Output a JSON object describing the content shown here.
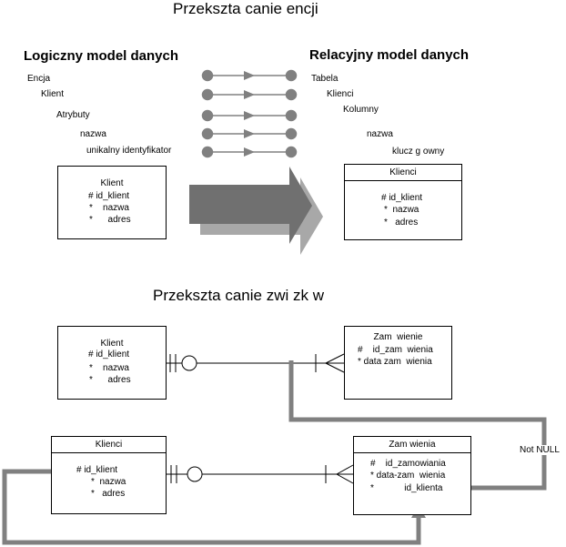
{
  "titles": {
    "entities": "Przeksztа canie encji",
    "relations": "Przeksztа canie zwi  zk  w"
  },
  "left_heading": "Logiczny model danych",
  "right_heading": "Relacyjny model danych",
  "left_items": [
    "Encja",
    "Klient",
    "Atrybuty",
    "nazwa",
    "unikalny identyfikator"
  ],
  "right_items": [
    "Tabela",
    "Klienci",
    "Kolumny",
    "nazwa",
    "klucz g owny"
  ],
  "box_klient_top": {
    "title": "Klient",
    "lines": [
      "# id_klient",
      "*    nazwa",
      "*      adres"
    ]
  },
  "box_klienci_top": {
    "title": "Klienci",
    "lines": [
      "# id_klient",
      "*  nazwa",
      "*   adres"
    ]
  },
  "box_klient_mid": {
    "title": "Klient",
    "lines": [
      "# id_klient",
      "*    nazwa",
      "*      adres"
    ]
  },
  "box_zam_mid": {
    "title": "Zam  wienie",
    "lines": [
      "#    id_zam  wienia",
      "* data zam  wienia"
    ]
  },
  "box_klienci_bot": {
    "title": "Klienci",
    "lines": [
      "# id_klient",
      "*  nazwa",
      "*   adres"
    ]
  },
  "box_zam_bot": {
    "title": "Zam  wienia",
    "lines": [
      "#    id_zamowiania",
      "* data-zam  wienia",
      "*            id_klienta"
    ]
  },
  "not_null_label": "Not NULL",
  "colors": {
    "connector": "#808080",
    "arrow_dark": "#707070",
    "arrow_shadow": "#a8a8a8"
  }
}
